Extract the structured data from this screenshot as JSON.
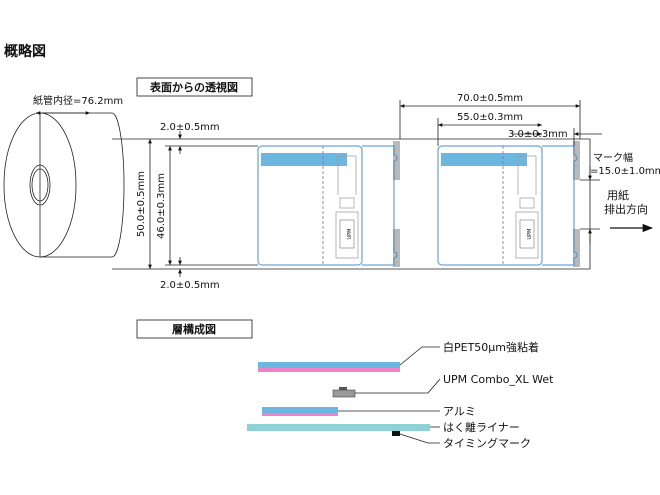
{
  "title": "概略図",
  "perspective_section": {
    "title": "表面からの透視図",
    "core_label": "紙管内径=76.2mm",
    "label_pitch": "70.0±0.5mm",
    "label_width": "55.0±0.3mm",
    "label_gap": "3.0±0.3mm",
    "top_margin": "2.0±0.5mm",
    "bottom_margin": "2.0±0.5mm",
    "web_width": "50.0±0.5mm",
    "label_height": "46.0±0.3mm",
    "mark_width_line1": "マーク幅",
    "mark_width_line2": "=15.0±1.0mm",
    "direction_line1": "用紙",
    "direction_line2": "排出方向",
    "chip_text": "UPM"
  },
  "layer_section": {
    "title": "層構成図",
    "layers": [
      {
        "label": "白PET50μm強粘着"
      },
      {
        "label": "UPM Combo_XL Wet"
      },
      {
        "label": "アルミ"
      },
      {
        "label": "はく離ライナー"
      },
      {
        "label": "タイミングマーク"
      }
    ]
  },
  "colors": {
    "label_blue": "#6bb7e0",
    "adhesive_pink": "#ee82c8",
    "liner_teal": "#8fd2d6",
    "mark_gray": "#b9b9b9",
    "outline_blue": "#4a8fd0"
  }
}
